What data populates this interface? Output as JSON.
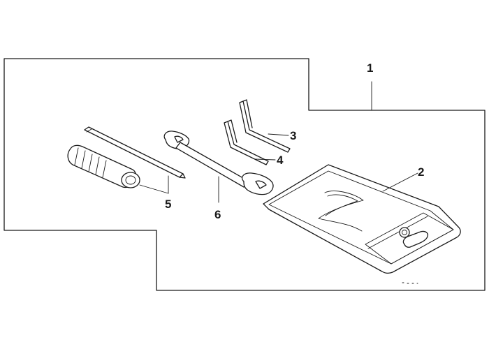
{
  "callouts": {
    "c1": "1",
    "c2": "2",
    "c3": "3",
    "c4": "4",
    "c5": "5",
    "c6": "6"
  },
  "parts": [
    "tool-kit-set",
    "tool-bag",
    "hex-key-large",
    "hex-key-small",
    "screwdriver",
    "open-end-wrench"
  ],
  "colors": {
    "line": "#1a1a1a",
    "background": "#ffffff"
  }
}
